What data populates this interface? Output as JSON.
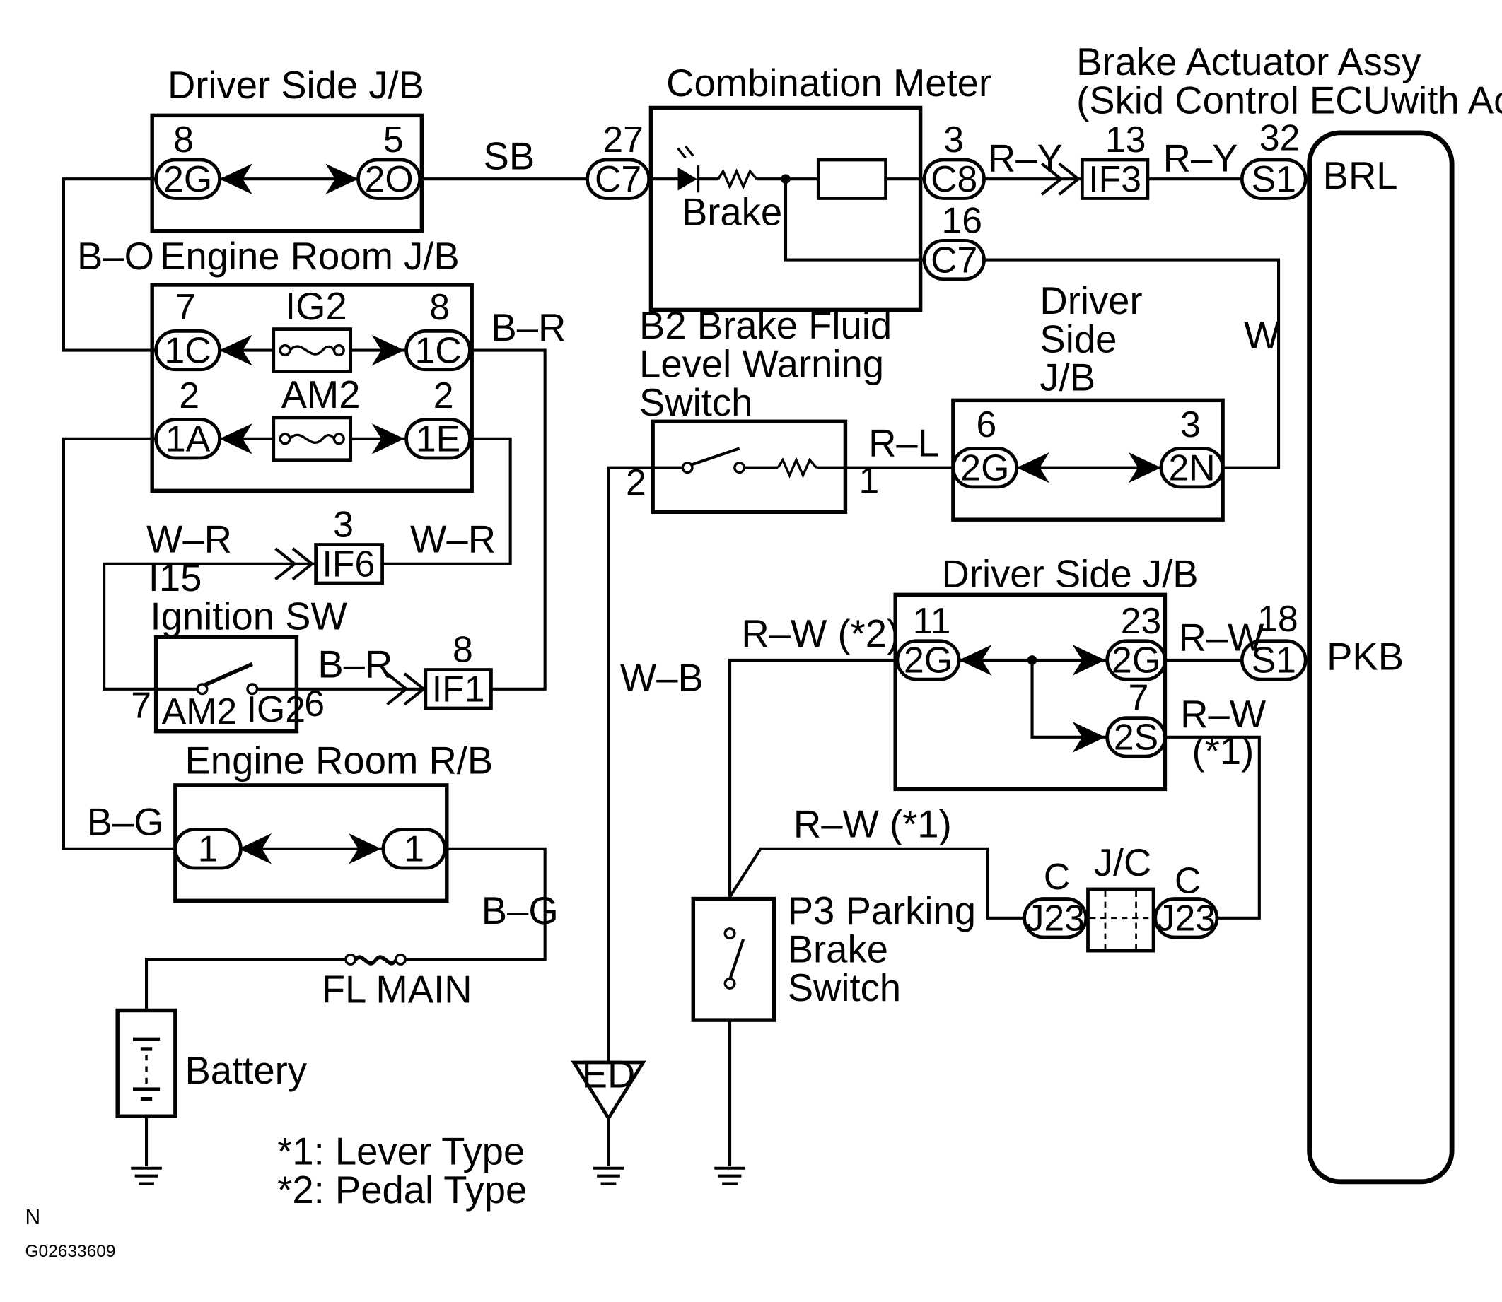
{
  "components": {
    "driver_jb_top": "Driver Side J/B",
    "engine_room_jb": "Engine Room J/B",
    "combination_meter": "Combination Meter",
    "brake_lamp": "Brake",
    "brake_actuator_line1": "Brake Actuator Assy",
    "brake_actuator_line2": "(Skid Control ECUwith Actuator)",
    "brake_fluid_line1": "B2 Brake Fluid",
    "brake_fluid_line2": "Level Warning",
    "brake_fluid_line3": "Switch",
    "driver_jb_mid_line1": "Driver",
    "driver_jb_mid_line2": "Side",
    "driver_jb_mid_line3": "J/B",
    "ignition_id": "I15",
    "ignition_name": "Ignition SW",
    "engine_room_rb": "Engine Room R/B",
    "fl_main": "FL MAIN",
    "battery": "Battery",
    "driver_jb_low": "Driver Side J/B",
    "parking_line1": "P3 Parking",
    "parking_line2": "Brake",
    "parking_line3": "Switch",
    "jc": "J/C",
    "ground_ed": "ED"
  },
  "fuses": {
    "ig2": "IG2",
    "am2": "AM2"
  },
  "signals": {
    "brl": "BRL",
    "pkb": "PKB"
  },
  "wires": {
    "sb": "SB",
    "bo": "B–O",
    "br_right": "B–R",
    "wr_left": "W–R",
    "wr_right": "W–R",
    "br_ign": "B–R",
    "bg_left": "B–G",
    "bg_right": "B–G",
    "wb": "W–B",
    "ry1": "R–Y",
    "ry2": "R–Y",
    "w": "W",
    "rl": "R–L",
    "rw_pedal": "R–W  (*2)",
    "rw_s1": "R–W",
    "rw_2s": "R–W",
    "rw_2s_note": "(*1)",
    "rw_lever": "R–W  (*1)"
  },
  "connectors": {
    "dj_2g": "2G",
    "dj_2o": "2O",
    "er_1c_l": "1C",
    "er_1c_r": "1C",
    "er_1a": "1A",
    "er_1e": "1E",
    "c7_in": "C7",
    "c8": "C8",
    "c7_out": "C7",
    "if3": "IF3",
    "s1_brl": "S1",
    "if6": "IF6",
    "if1": "IF1",
    "mid_2g": "2G",
    "mid_2n": "2N",
    "rb_1_l": "1",
    "rb_1_r": "1",
    "low_2g_l": "2G",
    "low_2g_r": "2G",
    "low_2s": "2S",
    "s1_pkb": "S1",
    "j23_l": "J23",
    "j23_r": "J23"
  },
  "pins": {
    "dj_8": "8",
    "dj_5": "5",
    "er_7": "7",
    "er_8": "8",
    "er_2a": "2",
    "er_2e": "2",
    "c7_27": "27",
    "c8_3": "3",
    "c7_16": "16",
    "if3_13": "13",
    "s1_32": "32",
    "if6_3": "3",
    "if1_8": "8",
    "ign_7": "7",
    "ign_6": "6",
    "ign_am2": "AM2",
    "ign_ig2": "IG2",
    "bf_2": "2",
    "bf_1": "1",
    "mid_6": "6",
    "mid_3": "3",
    "low_11": "11",
    "low_23": "23",
    "low_7": "7",
    "s1_18": "18",
    "jc_c_l": "C",
    "jc_c_r": "C"
  },
  "notes": {
    "note1": "*1: Lever Type",
    "note2": "*2: Pedal Type"
  },
  "footer": {
    "corner": "N",
    "code": "G02633609"
  }
}
